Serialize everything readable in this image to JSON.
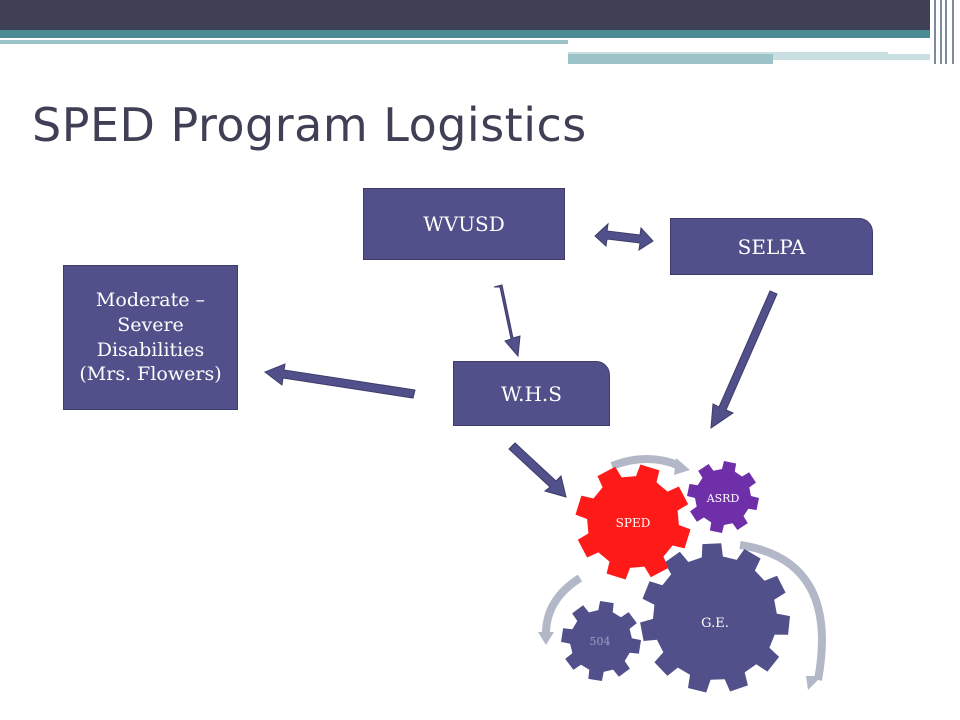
{
  "slide": {
    "title": "SPED Program Logistics"
  },
  "boxes": {
    "wvusd": "WVUSD",
    "selpa": "SELPA",
    "whs": "W.H.S",
    "moderate_severe": "Moderate – Severe Disabilities (Mrs. Flowers)"
  },
  "gears": {
    "ge": "G.E.",
    "sped": "SPED",
    "asrd": "ASRD",
    "n504": "504"
  },
  "colors": {
    "box_fill": "#52508a",
    "arrow_fill": "#52508a",
    "gear_ge": "#52508a",
    "gear_sped": "#ff1a1a",
    "gear_asrd": "#6e2fa8",
    "gear_504": "#52508a",
    "cycle_arrow": "#b3b8c8"
  }
}
